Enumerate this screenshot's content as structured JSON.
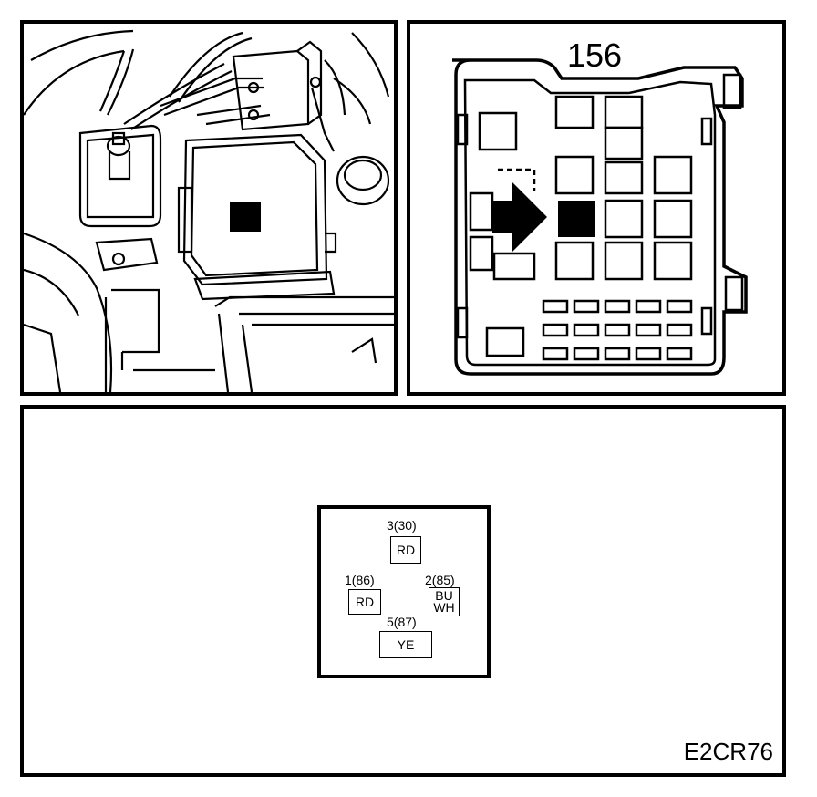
{
  "fusebox": {
    "number": "156"
  },
  "relay": {
    "pins": [
      {
        "label": "3(30)",
        "wire": "RD"
      },
      {
        "label": "1(86)",
        "wire": "RD"
      },
      {
        "label": "2(85)",
        "wire_lines": [
          "BU",
          "WH"
        ]
      },
      {
        "label": "5(87)",
        "wire": "YE"
      }
    ]
  },
  "figure": {
    "code": "E2CR76"
  }
}
